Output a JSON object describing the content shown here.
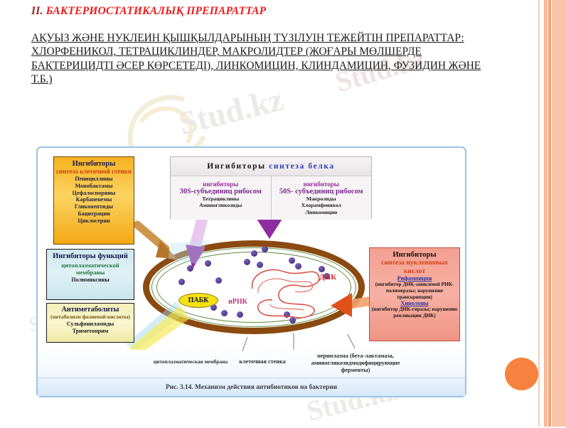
{
  "slide": {
    "title_number": "II.",
    "title_text": "БАКТЕРИОСТАТИКАЛЫҚ ПРЕПАРАТТАР",
    "body": " АҚУЫЗ ЖӘНЕ НУКЛЕИН ҚЫШҚЫЛДАРЫНЫҢ ТҮЗІЛУІН ТЕЖЕЙТІН  ПРЕПАРАТТАР: ХЛОРФЕНИКОЛ, ТЕТРАЦИКЛИНДЕР, МАКРОЛИДТЕР (ЖОҒАРЫ МӨЛШЕРДЕ БАКТЕРИЦИДТІ ӘСЕР КӨРСЕТЕДІ),  ЛИНКОМИЦИН, КЛИНДАМИЦИН, ФУЗИДИН ЖӘНЕ Т.Б.)"
  },
  "watermarks": {
    "a": "Stud.kz",
    "b": "Stud.kz",
    "c": "Stud.kz",
    "d": "Stud.kz",
    "e": "Stud.kz",
    "f": "Stud.kz"
  },
  "figure": {
    "caption": "Рис. 3.14. Механизм действия антибиотиков на бактерии",
    "cell_wall_box": {
      "heading": "Ингибиторы",
      "subheading": "синтеза клеточной стенки",
      "items": [
        "Пенициллины",
        "Монобактамы",
        "Цефалоспорины",
        "Карбапенемы",
        "Гликопептиды",
        "Бацитрацин",
        "Циклосерин"
      ]
    },
    "membrane_box": {
      "heading": "Ингибиторы функций",
      "subheading": "цитоплазматической мембраны",
      "items": [
        "Полимиксины"
      ]
    },
    "antimetabolite_box": {
      "heading": "Антиметаболиты",
      "subheading": "(метаболизм фолиевой кислоты)",
      "items": [
        "Сульфониламиды",
        "Триметоприм"
      ]
    },
    "protein_box": {
      "title_part1": "Ингибиторы",
      "title_part2": "синтеза  белка",
      "columns": [
        {
          "heading": "ингибиторы",
          "subheading": "30S-субъединиц рибосом",
          "items": [
            "Тетрациклины",
            "Аминогликозиды"
          ]
        },
        {
          "heading": "ингибиторы",
          "subheading": "50S- субъединиц рибосом",
          "items": [
            "Макролиды",
            "Хлорамфеникол",
            "Линкомицин"
          ]
        }
      ]
    },
    "nucleic_box": {
      "heading": "Ингибиторы",
      "subheading": "синтеза нуклеиновых кислот",
      "drug1": "Рифампицин",
      "drug1_note": "(ингибитор ДНК-зависимой РНК-полимеразы; нарушение транскрипции)",
      "drug2": "Хинолоны",
      "drug2_note": "(ингибитор ДНК-гиразы; нарушение репликации ДНК)"
    },
    "cell_labels": {
      "pabk": "ПАБК",
      "mrna": "иРНК",
      "dna": "ДНК"
    },
    "bottom_labels": {
      "membrane": "цитоплазматическая мембрана",
      "wall": "клеточная стенка",
      "periplasm": "периплазма (бета-лактамаза, аминогликозидмодифицирующие ферменты)"
    }
  },
  "colors": {
    "title_red": "#ee1c1c",
    "title_dark_red": "#9e2020",
    "accent_orange": "#f5833f",
    "stripe_peach": "#fac4ab",
    "frame_blue": "#9cc4e4"
  }
}
